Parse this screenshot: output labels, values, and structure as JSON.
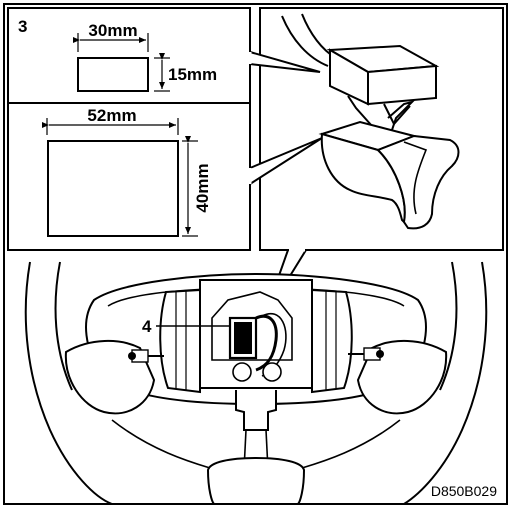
{
  "figure": {
    "step_number": "3",
    "callout_number": "4",
    "figure_code": "D850B029"
  },
  "small_pad": {
    "width_label": "30mm",
    "height_label": "15mm"
  },
  "large_pad": {
    "width_label": "52mm",
    "height_label": "40mm"
  }
}
